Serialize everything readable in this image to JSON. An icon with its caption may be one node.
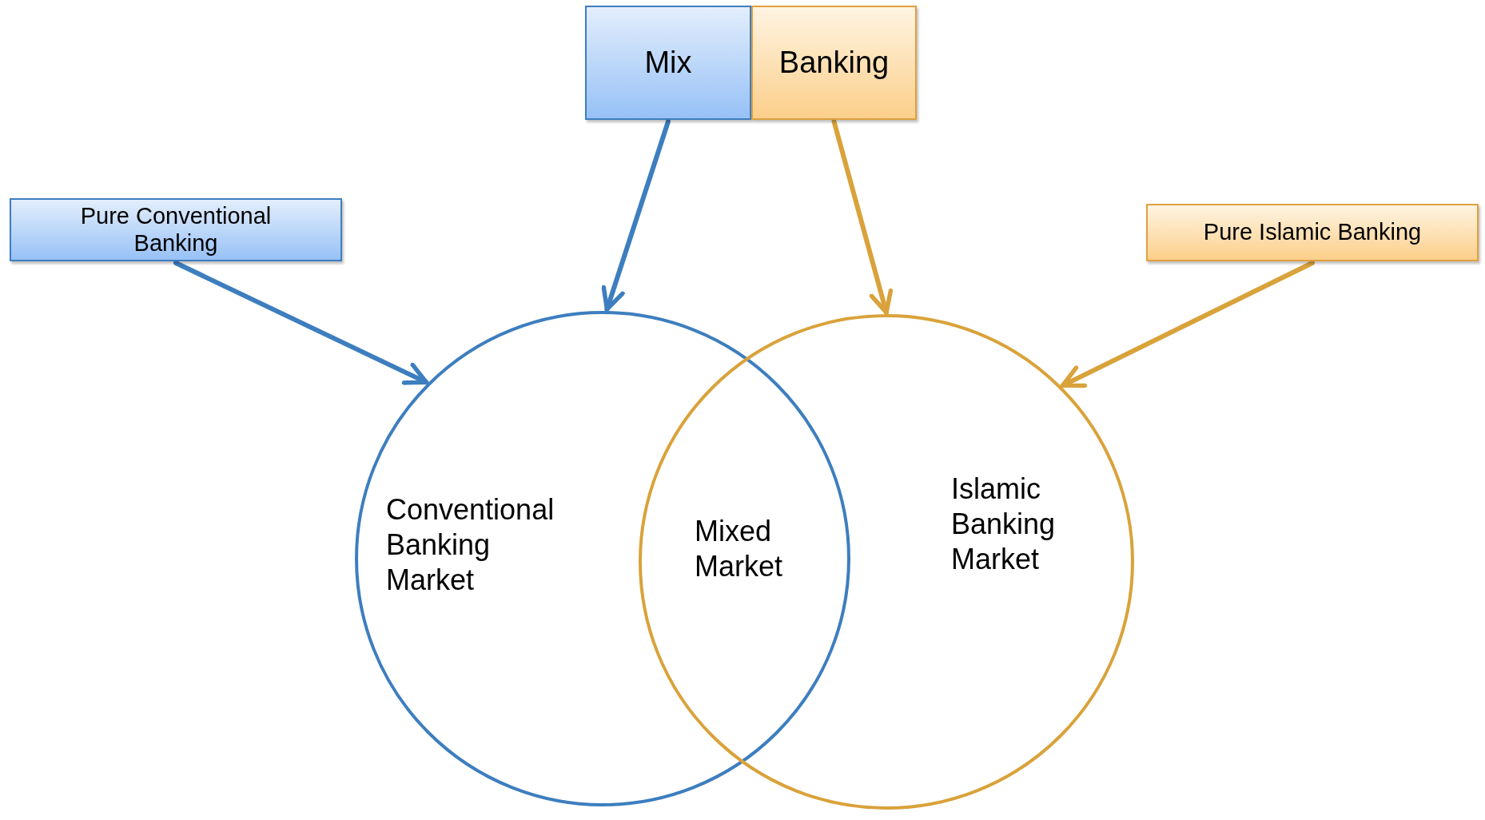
{
  "diagram": {
    "nodes": [
      {
        "text": [
          "Mix"
        ]
      },
      {
        "text": [
          "Banking"
        ]
      },
      {
        "text": [
          "Pure Conventional Banking"
        ]
      },
      {
        "text": [
          "Pure Islamic Banking"
        ]
      },
      {
        "text": [
          "Conventional Banking Market"
        ]
      },
      {
        "text": [
          "Islamic Banking Market"
        ]
      }
    ],
    "edges": [
      {
        "from": 0,
        "to": 4,
        "arrow": "to",
        "color": "#3d7ebf"
      },
      {
        "from": 1,
        "to": 5,
        "arrow": "to",
        "color": "#d9a23a"
      },
      {
        "from": 2,
        "to": 4,
        "arrow": "to",
        "color": "#3d7ebf"
      },
      {
        "from": 3,
        "to": 5,
        "arrow": "to",
        "color": "#d9a23a"
      }
    ],
    "labels": [
      "Mixed Market"
    ]
  }
}
